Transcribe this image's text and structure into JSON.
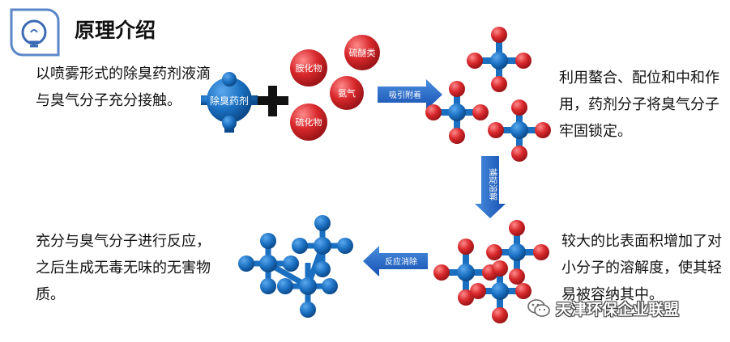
{
  "title": "原理介绍",
  "paragraphs": {
    "top_left": "以喷雾形式的除臭药剂液滴与臭气分子充分接触。",
    "top_right": "利用螯合、配位和中和作用，药剂分子将臭气分子牢固锁定。",
    "bottom_left": "充分与臭气分子进行反应，之后生成无毒无味的无害物质。",
    "bottom_right": "较大的比表面积增加了对小分子的溶解度，使其轻易被容纳其中。"
  },
  "molecule_label": "除臭药剂",
  "odor_bubbles": [
    "硫醚类",
    "胺化物",
    "氨气",
    "硫化物"
  ],
  "arrows": {
    "absorb": "吸引附着",
    "capture": "捕捉溶解",
    "react": "反应消除"
  },
  "watermark": "天津环保企业联盟",
  "colors": {
    "blue": "#1a6fc0",
    "red": "#d8282c",
    "arrow_blue": "#1b62c9"
  }
}
